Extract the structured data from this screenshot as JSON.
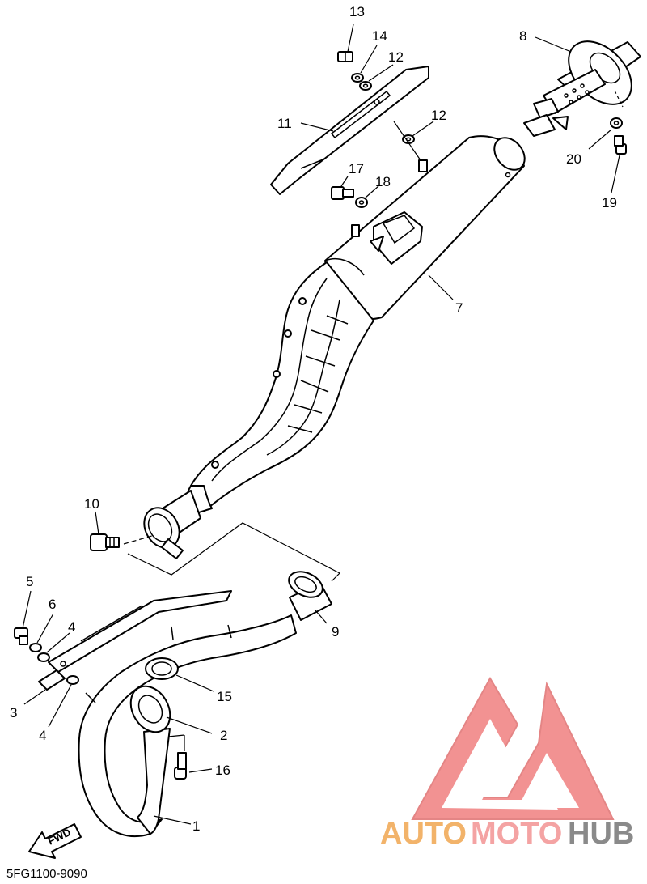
{
  "diagram": {
    "callouts": {
      "c1": "1",
      "c2": "2",
      "c3": "3",
      "c4a": "4",
      "c4b": "4",
      "c5": "5",
      "c6": "6",
      "c7": "7",
      "c8": "8",
      "c9": "9",
      "c10": "10",
      "c11": "11",
      "c12a": "12",
      "c12b": "12",
      "c13": "13",
      "c14": "14",
      "c15": "15",
      "c16": "16",
      "c17": "17",
      "c18": "18",
      "c19": "19",
      "c20": "20"
    },
    "fwd_label": "FWD",
    "part_code": "5FG1100-9090"
  },
  "watermark": {
    "word_part1": "AUTO",
    "word_part2": "MOTO",
    "word_part3": "HUB",
    "colors": {
      "logo": "#f08080",
      "auto": "#f2b36a",
      "moto": "#f4a3a3",
      "hub": "#8a8a8a"
    }
  }
}
